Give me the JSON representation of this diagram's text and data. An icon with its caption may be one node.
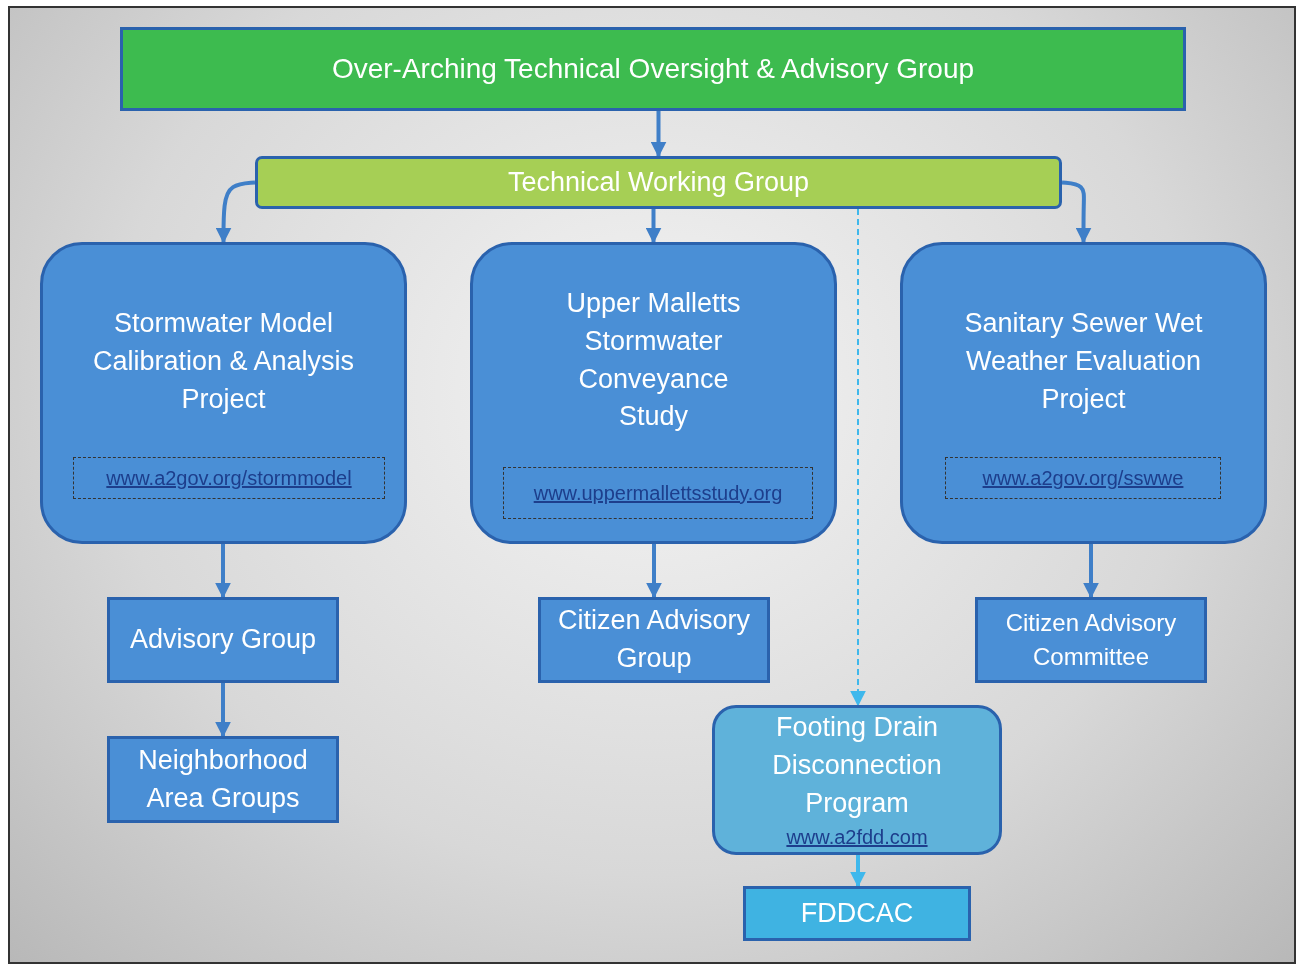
{
  "diagram": {
    "nodes": [
      {
        "text": [
          "Over-Arching Technical Oversight & Advisory Group"
        ]
      },
      {
        "text": [
          "Technical Working Group"
        ]
      },
      {
        "text": [
          "Stormwater Model Calibration & Analysis Project"
        ]
      },
      {
        "text": [
          "www.a2gov.org/stormmodel"
        ],
        "in": 2
      },
      {
        "text": [
          "Upper Malletts Stormwater Conveyance Study"
        ]
      },
      {
        "text": [
          "www.uppermallettsstudy.org"
        ],
        "in": 4
      },
      {
        "text": [
          "Sanitary Sewer Wet Weather Evaluation Project"
        ]
      },
      {
        "text": [
          "www.a2gov.org/sswwe"
        ],
        "in": 6
      },
      {
        "text": [
          "Advisory Group"
        ]
      },
      {
        "text": [
          "Neighborhood Area Groups"
        ]
      },
      {
        "text": [
          "Citizen Advisory Group"
        ]
      },
      {
        "text": [
          "Citizen Advisory Committee"
        ]
      },
      {
        "text": [
          "Footing Drain Disconnection Program",
          "www.a2fdd.com"
        ]
      },
      {
        "text": [
          "FDDCAC"
        ]
      }
    ],
    "edges": [
      {
        "from": 0,
        "to": 1,
        "arrow": "to"
      },
      {
        "from": 1,
        "to": 2,
        "arrow": "to"
      },
      {
        "from": 1,
        "to": 4,
        "arrow": "to"
      },
      {
        "from": 1,
        "to": 6,
        "arrow": "to"
      },
      {
        "from": 1,
        "to": 12,
        "arrow": "to",
        "style": "dashed",
        "color": "#3fb8ec"
      },
      {
        "from": 2,
        "to": 8,
        "arrow": "to"
      },
      {
        "from": 8,
        "to": 9,
        "arrow": "to"
      },
      {
        "from": 4,
        "to": 10,
        "arrow": "to"
      },
      {
        "from": 6,
        "to": 11,
        "arrow": "to"
      },
      {
        "from": 12,
        "to": 13,
        "arrow": "to",
        "color": "#3fb8ec"
      }
    ]
  }
}
